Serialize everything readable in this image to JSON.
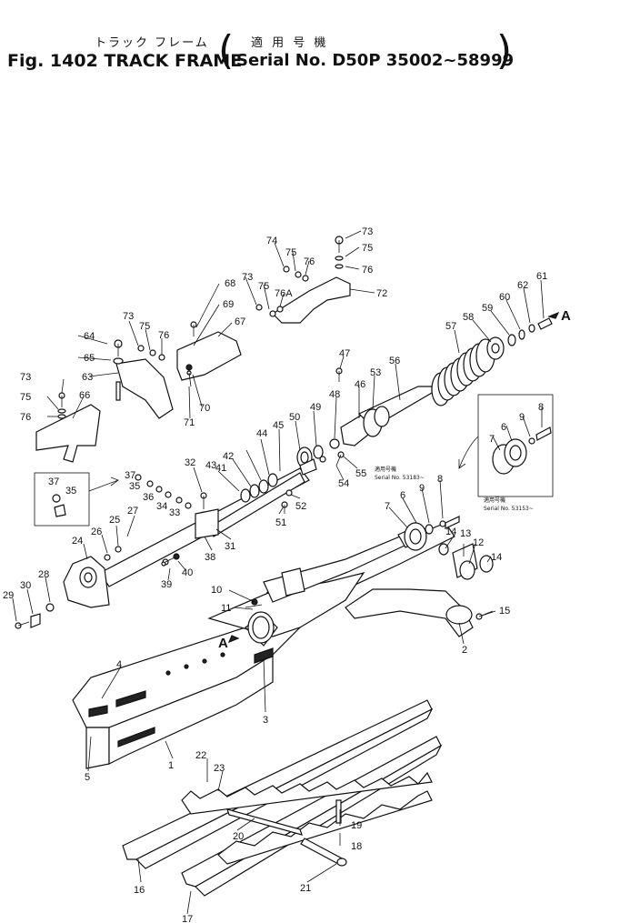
{
  "header": {
    "title_jp": "トラック フレーム",
    "fig_label": "Fig. 1402 TRACK FRAME",
    "serial_jp": "適 用 号 機",
    "serial_en": "Serial No. D50P 35002~58999"
  },
  "notes": {
    "serial_note_1_jp": "適用号機",
    "serial_note_1": "Serial No. 53183~",
    "serial_note_2_jp": "適用号機",
    "serial_note_2": "Serial No. 53153~"
  },
  "markers": {
    "arrow_a": "A"
  },
  "callouts": [
    "1",
    "2",
    "3",
    "4",
    "5",
    "6",
    "7",
    "8",
    "9",
    "10",
    "11",
    "12",
    "13",
    "14",
    "15",
    "16",
    "17",
    "18",
    "19",
    "20",
    "21",
    "22",
    "23",
    "24",
    "25",
    "26",
    "27",
    "28",
    "29",
    "30",
    "31",
    "32",
    "33",
    "34",
    "35",
    "36",
    "37",
    "38",
    "39",
    "40",
    "41",
    "42",
    "43",
    "44",
    "45",
    "46",
    "47",
    "48",
    "49",
    "50",
    "51",
    "52",
    "53",
    "54",
    "55",
    "56",
    "57",
    "58",
    "59",
    "60",
    "61",
    "62",
    "63",
    "64",
    "65",
    "66",
    "67",
    "68",
    "69",
    "70",
    "71",
    "72",
    "73",
    "74",
    "75",
    "76",
    "76A"
  ]
}
